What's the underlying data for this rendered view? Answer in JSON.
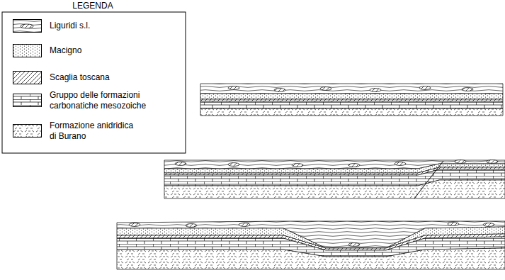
{
  "diagram": {
    "labels": [
      "LEGENDA"
    ],
    "legend": [
      {
        "text": "Liguridi s.l."
      },
      {
        "text": "Macigno"
      },
      {
        "text": "Scaglia toscana"
      },
      {
        "text": "Gruppo delle formazioni carbonatiche mesozoiche"
      },
      {
        "text": "Formazione anidridica di Burano"
      }
    ]
  }
}
